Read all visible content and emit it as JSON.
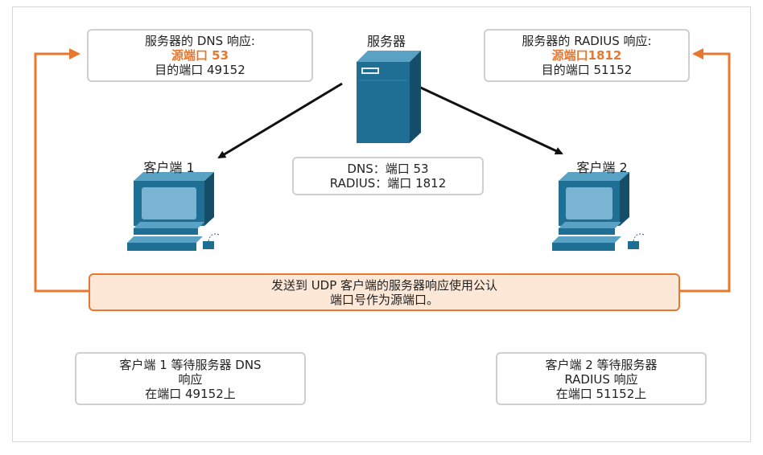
{
  "server": {
    "label": "服务器",
    "ports_line1": "DNS：端口 53",
    "ports_line2": "RADIUS：端口 1812"
  },
  "dns_response": {
    "title": "服务器的 DNS 响应:",
    "source_port": "源端口 53",
    "dest_port": "目的端口 49152"
  },
  "radius_response": {
    "title": "服务器的 RADIUS 响应:",
    "source_port": "源端口1812",
    "dest_port": "目的端口 51152"
  },
  "client1": {
    "label": "客户端 1"
  },
  "client2": {
    "label": "客户端 2"
  },
  "note": {
    "line1": "发送到 UDP 客户端的服务器响应使用公认",
    "line2": "端口号作为源端口。"
  },
  "wait1": {
    "line1": "客户端 1 等待服务器 DNS",
    "line2": "响应",
    "line3": "在端口 49152上"
  },
  "wait2": {
    "line1": "客户端 2 等待服务器",
    "line2": "RADIUS 响应",
    "line3": "在端口 51152上"
  },
  "colors": {
    "accent_orange": "#e8782f",
    "note_fill": "#fde8d8",
    "device_blue": "#1f6f95",
    "box_border": "#cfcfcf"
  }
}
